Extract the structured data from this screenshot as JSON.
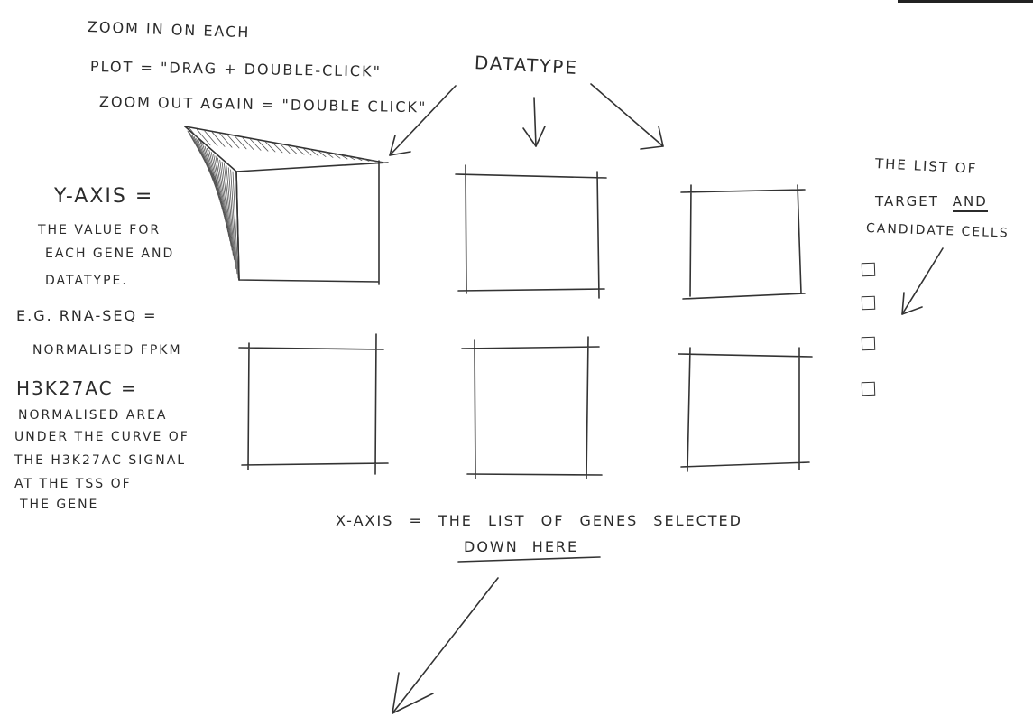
{
  "zoom_note": {
    "line1": "ZOOM IN ON EACH",
    "line2": "PLOT = \"DRAG + DOUBLE-CLICK\"",
    "line3": "ZOOM OUT AGAIN = \"DOUBLE CLICK\""
  },
  "datatype_label": "DATATYPE",
  "y_axis_note": {
    "heading": "Y-AXIS =",
    "lines": [
      "THE VALUE FOR",
      "EACH GENE AND",
      "DATATYPE.",
      "E.G. RNA-SEQ =",
      "NORMALISED FPKM",
      "H3K27AC =",
      "NORMALISED AREA",
      "UNDER THE CURVE OF",
      "THE H3K27AC SIGNAL",
      "AT THE TSS OF",
      "THE GENE"
    ]
  },
  "cells_note": {
    "line1": "THE LIST OF",
    "line2_prefix": "TARGET",
    "line2_underlined": "AND",
    "line3": "CANDIDATE CELLS"
  },
  "x_axis_note": {
    "line1": "X-AXIS = THE LIST OF GENES SELECTED",
    "line2": "DOWN HERE"
  },
  "checkbox_count": 4,
  "plot_count": 6
}
